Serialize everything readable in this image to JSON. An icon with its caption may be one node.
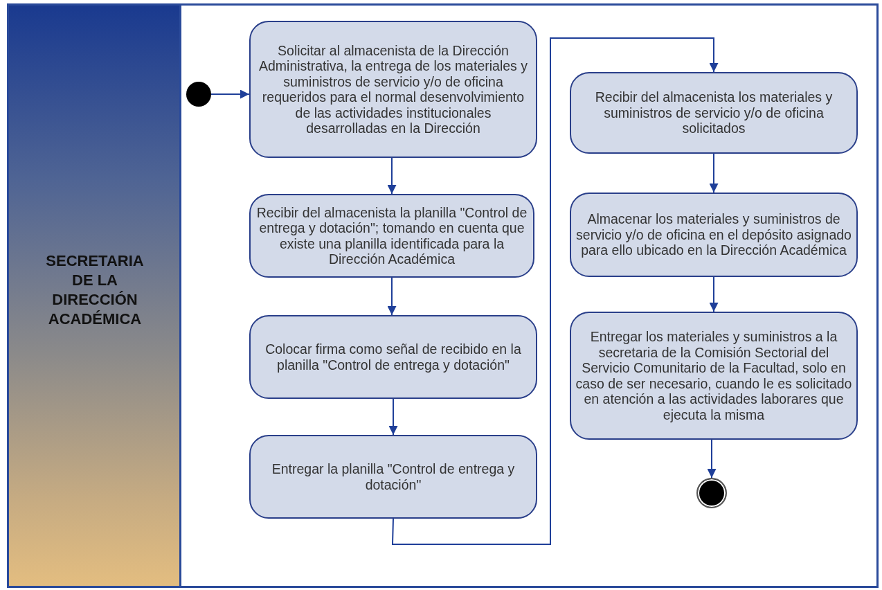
{
  "diagram": {
    "nodes": [
      {
        "text": [
          "SECRETARIA DE LA DIRECCIÓN ACADÉMICA"
        ]
      },
      {
        "text": [],
        "shape": "circle",
        "in": 0
      },
      {
        "text": [
          "Solicitar al almacenista de la Dirección Administrativa, la entrega de los materiales y suministros de servicio y/o de oficina requeridos para el normal desenvolvimiento de las actividades institucionales desarrolladas en la Dirección"
        ],
        "in": 0
      },
      {
        "text": [
          "Recibir del almacenista la planilla \"Control de entrega y dotación\"; tomando en cuenta que existe una planilla identificada para la Dirección Académica"
        ],
        "in": 0
      },
      {
        "text": [
          "Colocar firma como señal de recibido en la planilla \"Control de entrega y dotación\""
        ],
        "in": 0
      },
      {
        "text": [
          "Entregar la planilla \"Control de entrega y dotación\""
        ],
        "in": 0
      },
      {
        "text": [
          "Recibir del almacenista los materiales y suministros de servicio y/o de oficina solicitados"
        ],
        "in": 0
      },
      {
        "text": [
          "Almacenar los materiales y suministros de servicio y/o de oficina en el depósito asignado para ello ubicado en la Dirección Académica"
        ],
        "in": 0
      },
      {
        "text": [
          "Entregar los materiales y suministros a la secretaria de la Comisión Sectorial del Servicio Comunitario de la Facultad, solo en caso de ser necesario, cuando le es solicitado en atención a las actividades laborares que ejecuta la misma"
        ],
        "in": 0
      },
      {
        "text": [],
        "shape": "circle",
        "in": 0
      }
    ],
    "edges": [
      {
        "from": 1,
        "to": 2,
        "arrow": "to"
      },
      {
        "from": 2,
        "to": 3,
        "arrow": "to"
      },
      {
        "from": 3,
        "to": 4,
        "arrow": "to"
      },
      {
        "from": 4,
        "to": 5,
        "arrow": "to"
      },
      {
        "from": 5,
        "to": 6,
        "arrow": "to"
      },
      {
        "from": 6,
        "to": 7,
        "arrow": "to"
      },
      {
        "from": 7,
        "to": 8,
        "arrow": "to"
      },
      {
        "from": 8,
        "to": 9,
        "arrow": "to"
      }
    ]
  }
}
